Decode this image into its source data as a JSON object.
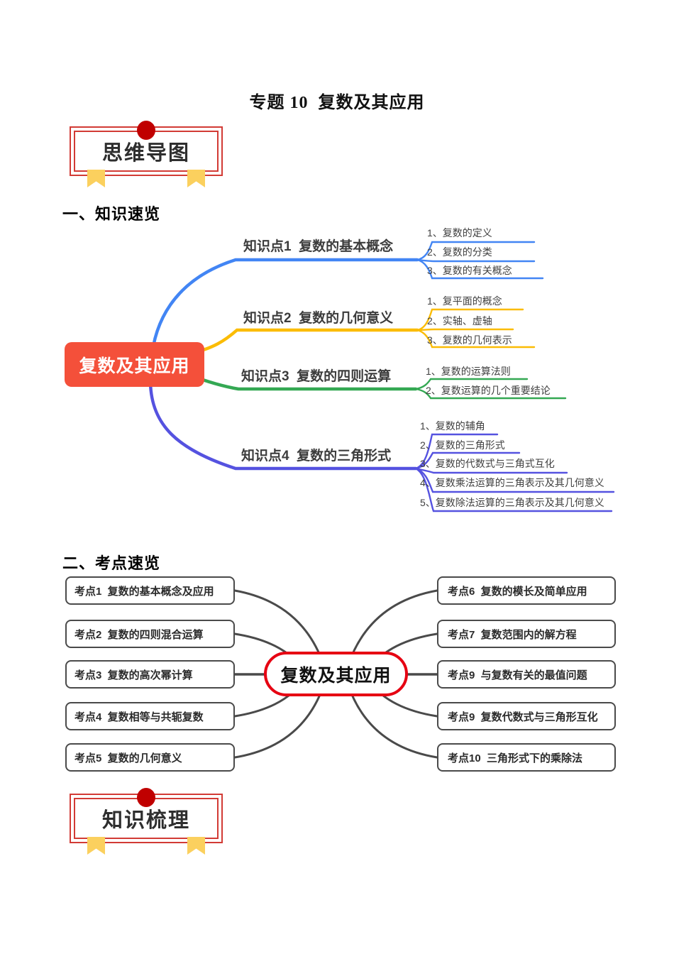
{
  "title": "专题 10  复数及其应用",
  "badge_top": {
    "label": "思维导图"
  },
  "badge_bottom": {
    "label": "知识梳理"
  },
  "section1": {
    "heading": "一、知识速览"
  },
  "section2": {
    "heading": "二、考点速览"
  },
  "knowledge_map": {
    "center": "复数及其应用",
    "branches": [
      {
        "label": "知识点1  复数的基本概念",
        "color": "#4285F4",
        "children": [
          "1、复数的定义",
          "2、复数的分类",
          "3、复数的有关概念"
        ]
      },
      {
        "label": "知识点2  复数的几何意义",
        "color": "#FBBC05",
        "children": [
          "1、复平面的概念",
          "2、实轴、虚轴",
          "3、复数的几何表示"
        ]
      },
      {
        "label": "知识点3  复数的四则运算",
        "color": "#34A853",
        "children": [
          "1、复数的运算法则",
          "2、复数运算的几个重要结论"
        ]
      },
      {
        "label": "知识点4  复数的三角形式",
        "color": "#5552E0",
        "children": [
          "1、复数的辅角",
          "2、复数的三角形式",
          "3、复数的代数式与三角式互化",
          "4、复数乘法运算的三角表示及其几何意义",
          "5、复数除法运算的三角表示及其几何意义"
        ]
      }
    ]
  },
  "exam_map": {
    "center": "复数及其应用",
    "left_items": [
      "考点1  复数的基本概念及应用",
      "考点2  复数的四则混合运算",
      "考点3  复数的高次幂计算",
      "考点4  复数相等与共轭复数",
      "考点5  复数的几何意义"
    ],
    "right_items": [
      "考点6  复数的模长及简单应用",
      "考点7  复数范围内的解方程",
      "考点9  与复数有关的最值问题",
      "考点9  复数代数式与三角形互化",
      "考点10  三角形式下的乘除法"
    ]
  },
  "colors": {
    "branch_blue": "#4285F4",
    "branch_yellow": "#FBBC05",
    "branch_green": "#34A853",
    "branch_indigo": "#5552E0",
    "center_node_red": "#F4503A",
    "stadium_border_red": "#E60012",
    "badge_border_red": "#D23B35",
    "badge_dot_red": "#C00000",
    "ribbon_yellow": "#FBD05E",
    "connector_gray": "#4A4A4A"
  }
}
